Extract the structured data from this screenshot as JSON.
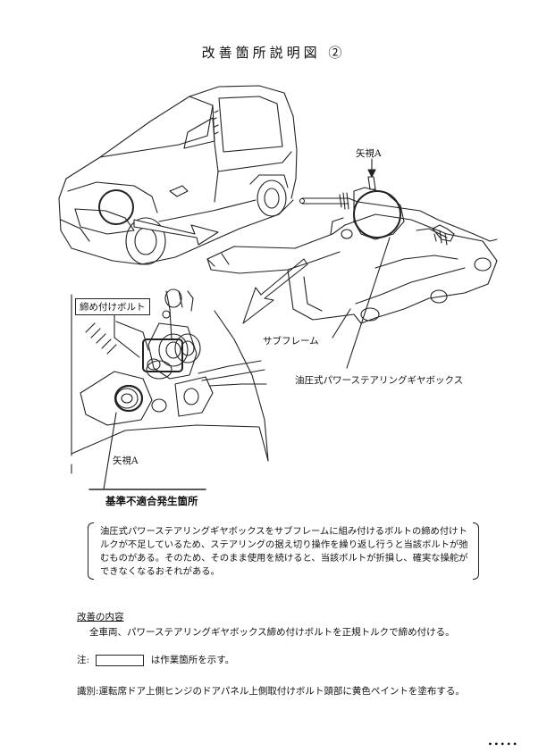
{
  "title": "改善箇所説明図 ②",
  "figure": {
    "label_view_a_top": "矢視A",
    "label_subframe": "サブフレーム",
    "label_gearbox": "油圧式パワーステアリングギヤボックス",
    "label_bolt": "締め付けボルト",
    "label_view_a_detail": "矢視A",
    "label_defect": "基準不適合発生箇所"
  },
  "defect_description": "油圧式パワーステアリングギヤボックスをサブフレームに組み付けるボルトの締め付けトルクが不足しているため、ステアリングの据え切り操作を繰り返し行うと当該ボルトが弛むものがある。そのため、そのまま使用を続けると、当該ボルトが折損し、確実な操舵ができなくなるおそれがある。",
  "improvement": {
    "heading": "改善の内容",
    "text": "全車両、パワーステアリングギヤボックス締め付けボルトを正規トルクで締め付ける。"
  },
  "note": {
    "prefix": "注:",
    "suffix": "は作業箇所を示す。"
  },
  "identification": "識別:運転席ドア上側ヒンジのドアパネル上側取付けボルト頭部に黄色ペイントを塗布する。"
}
